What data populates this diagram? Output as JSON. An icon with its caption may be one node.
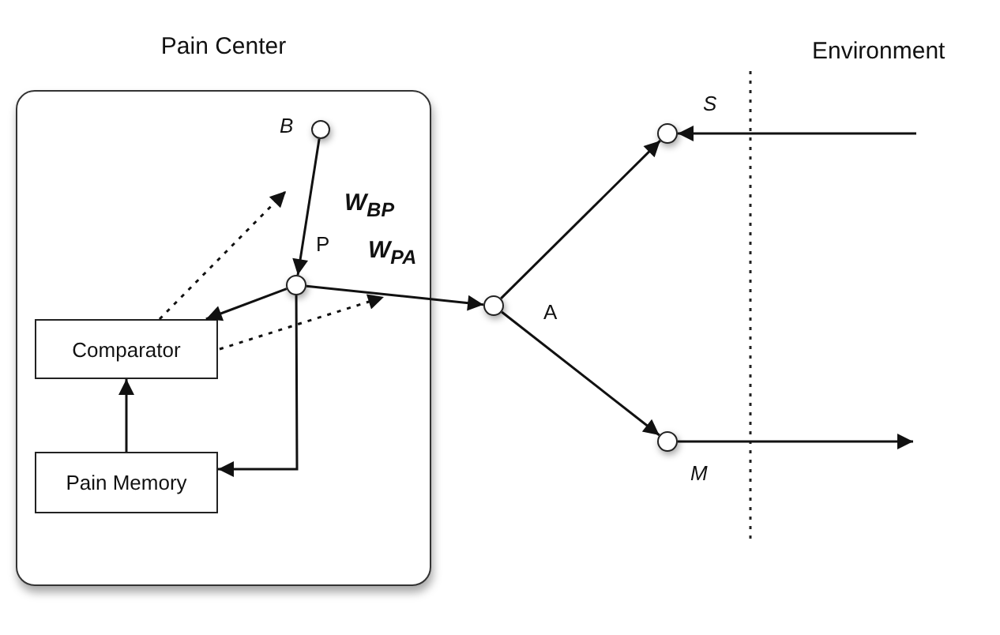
{
  "diagram": {
    "nodes": [
      {
        "text": [
          "Pain Center"
        ]
      },
      {
        "text": [],
        "shape": "circle",
        "in": 0,
        "beside": [
          "B"
        ]
      },
      {
        "text": [],
        "shape": "circle",
        "in": 0,
        "beside": [
          "P"
        ]
      },
      {
        "text": [
          "Comparator"
        ],
        "in": 0
      },
      {
        "text": [
          "Pain Memory"
        ],
        "in": 0
      },
      {
        "text": [],
        "shape": "circle",
        "beside": [
          "A"
        ]
      },
      {
        "text": [],
        "shape": "circle",
        "beside": [
          "S"
        ]
      },
      {
        "text": [],
        "shape": "circle",
        "beside": [
          "M"
        ]
      }
    ],
    "edges": [
      {
        "from": 1,
        "to": 2,
        "arrow": "to",
        "label": "W$_{BP}$"
      },
      {
        "from": 2,
        "to": 5,
        "arrow": "to",
        "label": "W$_{PA}$"
      },
      {
        "from": 2,
        "to": 3,
        "arrow": "to"
      },
      {
        "from": 2,
        "to": 4,
        "arrow": "to"
      },
      {
        "from": 4,
        "to": 3,
        "arrow": "to"
      },
      {
        "from": 3,
        "to": null,
        "arrow": "to",
        "style": "dashed"
      },
      {
        "from": 3,
        "to": null,
        "arrow": "to",
        "style": "dashed"
      },
      {
        "from": 5,
        "to": 6,
        "arrow": "to"
      },
      {
        "from": 5,
        "to": 7,
        "arrow": "to"
      },
      {
        "from": null,
        "to": 6,
        "arrow": "to"
      },
      {
        "from": 7,
        "to": null,
        "arrow": "to"
      }
    ],
    "labels": [
      "Environment"
    ]
  }
}
